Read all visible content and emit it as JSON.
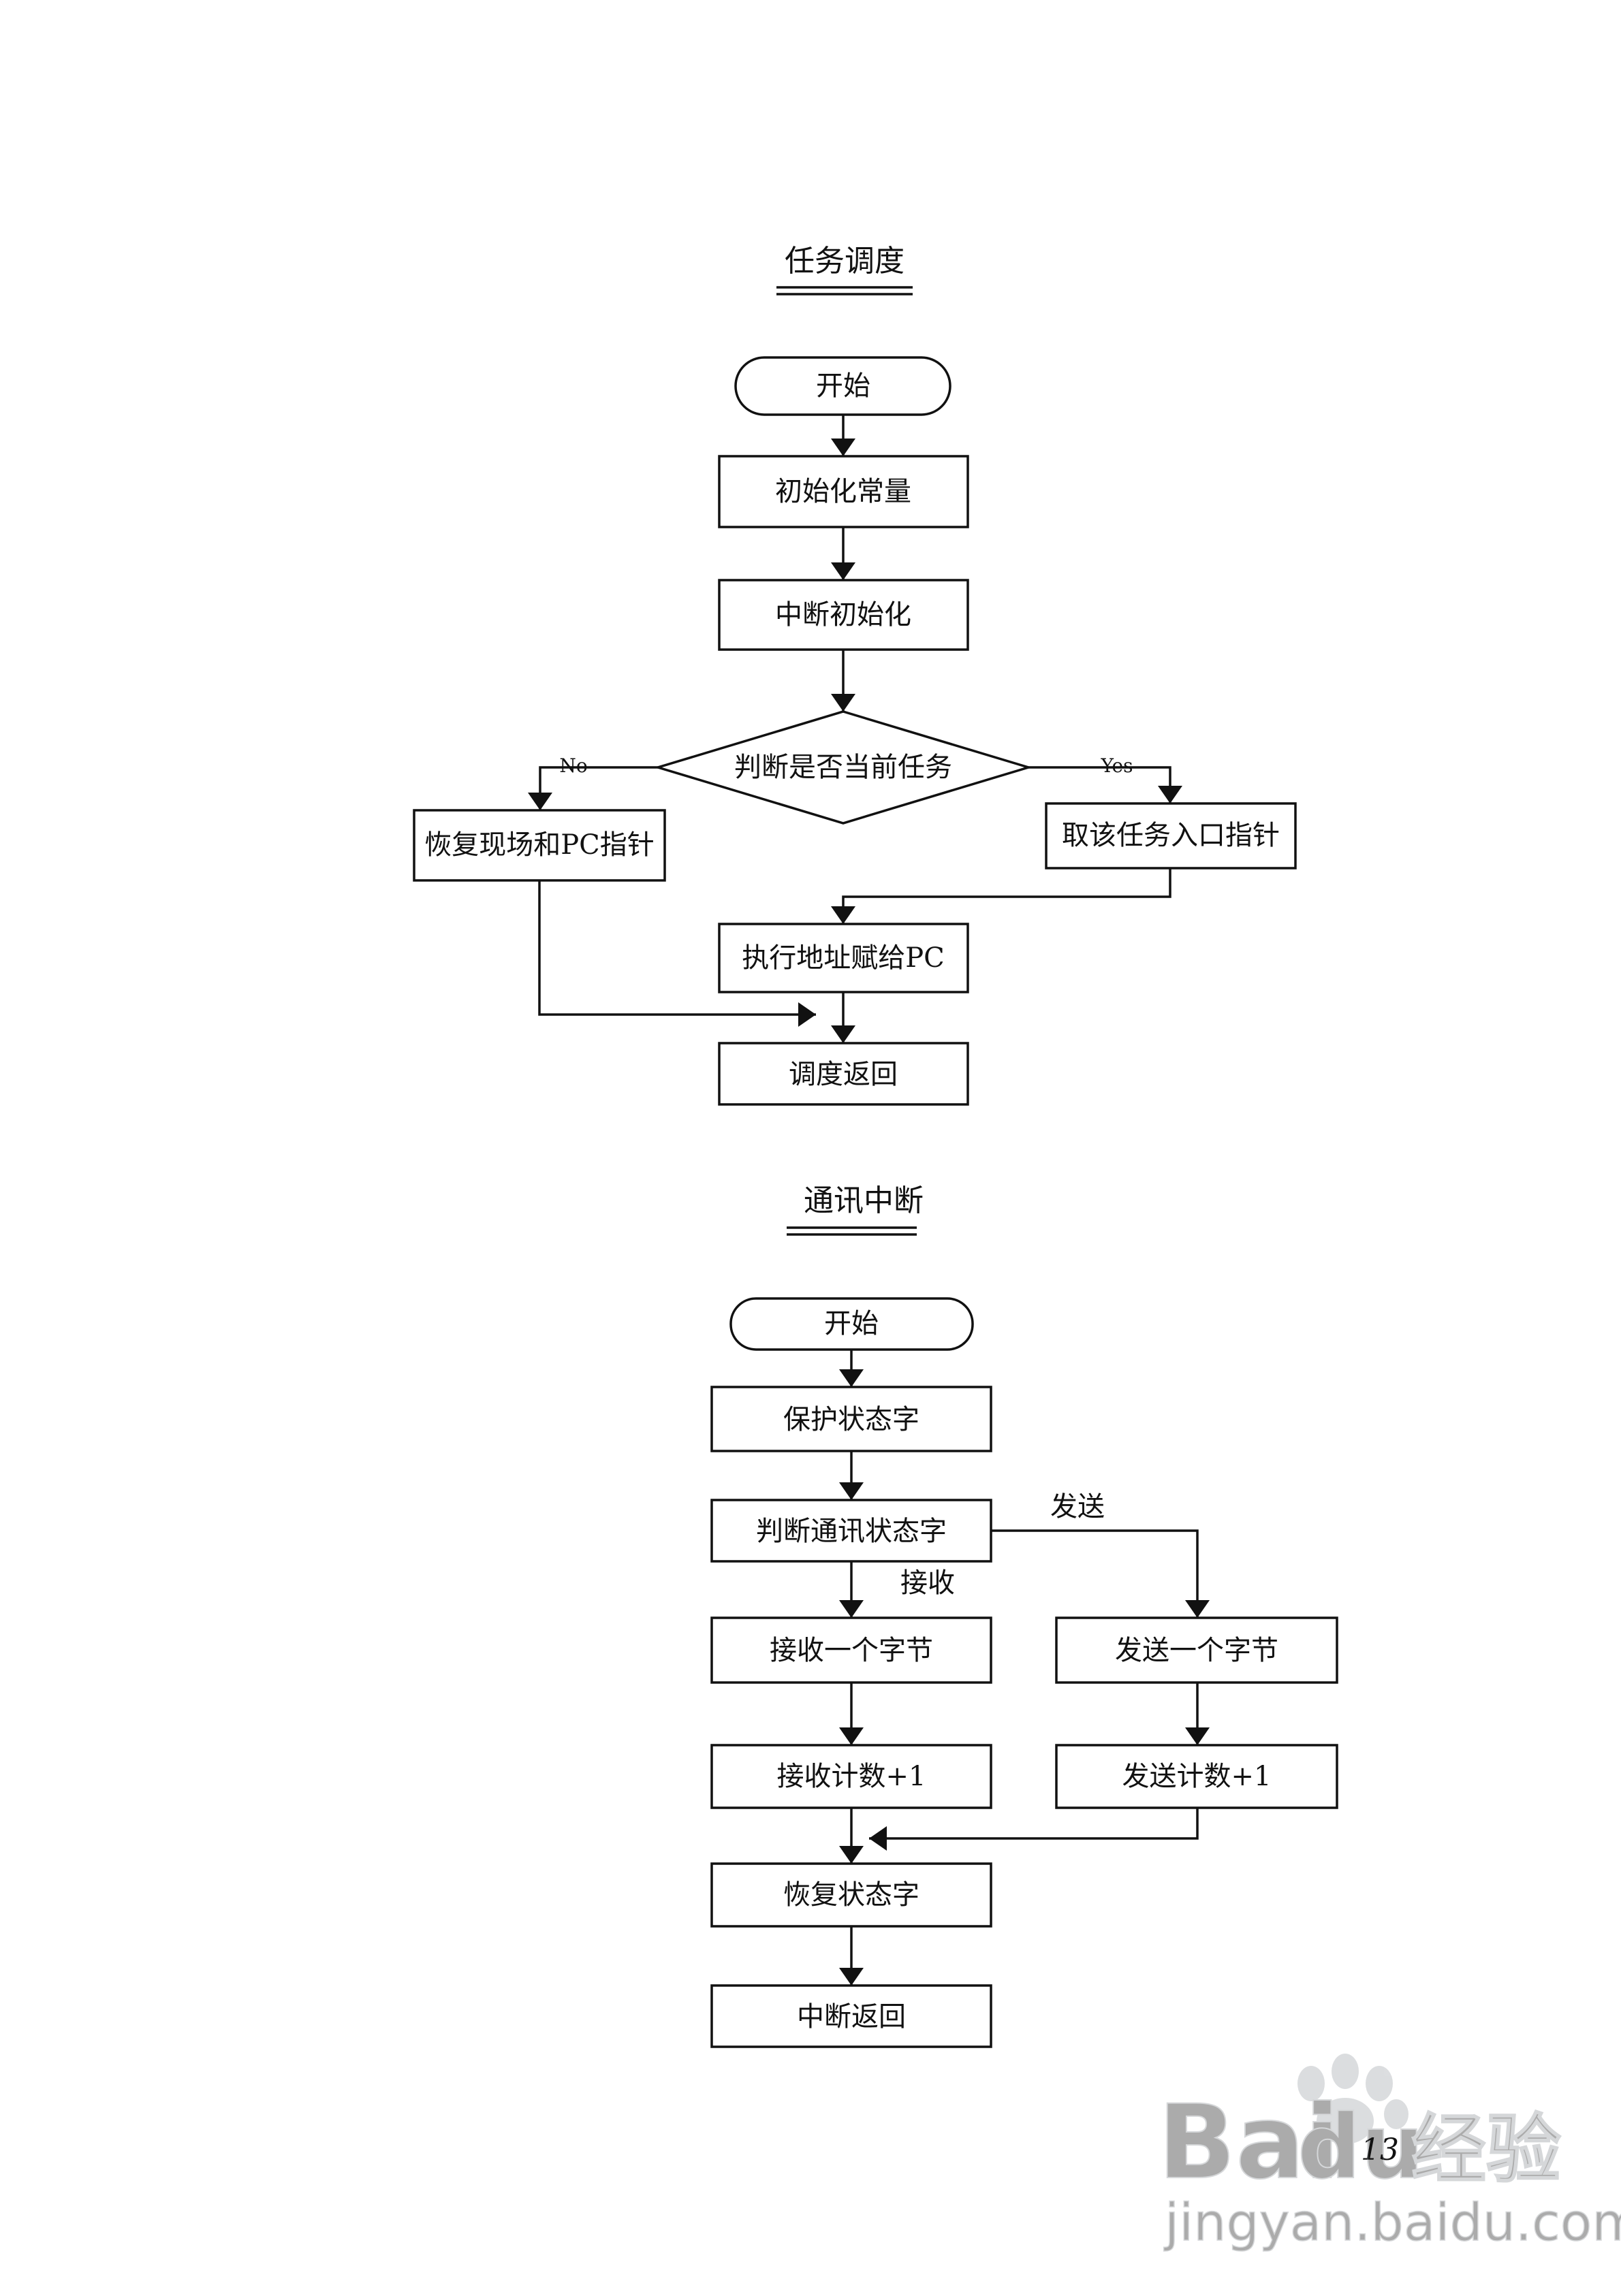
{
  "diagrams": {
    "task": {
      "title": "任务调度",
      "start": "开始",
      "init_const": "初始化常量",
      "irq_init": "中断初始化",
      "decision": "判断是否当前任务",
      "no_label": "No",
      "yes_label": "Yes",
      "restore": "恢复现场和PC指针",
      "fetch_entry": "取该任务入口指针",
      "exec_addr": "执行地址赋给PC",
      "return": "调度返回"
    },
    "comm": {
      "title": "通讯中断",
      "start": "开始",
      "protect": "保护状态字",
      "judge": "判断通讯状态字",
      "send_label": "发送",
      "recv_label": "接收",
      "recv_byte": "接收一个字节",
      "send_byte": "发送一个字节",
      "recv_count": "接收计数+1",
      "send_count": "发送计数+1",
      "restore": "恢复状态字",
      "return": "中断返回"
    }
  },
  "page_number": "13",
  "watermark": {
    "brand": "Bai",
    "brand2": "du",
    "cn": "经验",
    "url": "jingyan.baidu.com"
  }
}
